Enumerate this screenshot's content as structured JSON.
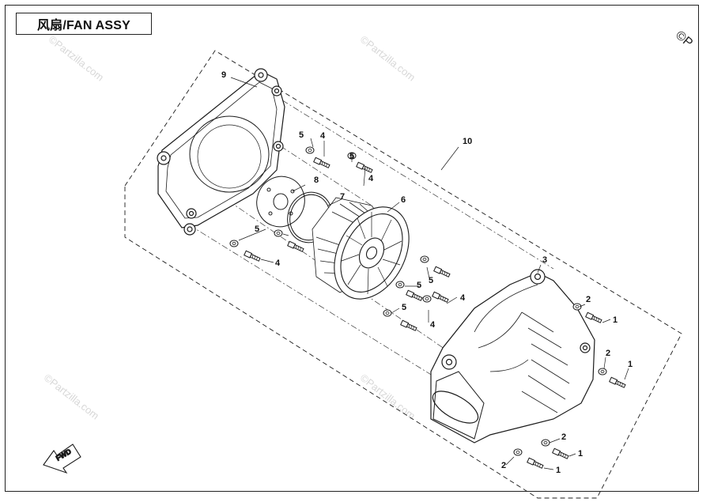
{
  "title": "风扇/FAN ASSY",
  "corner_mark": "©P",
  "watermark": "©Partzilla.com",
  "direction_label": "FWD",
  "callouts": {
    "c1": "1",
    "c2": "2",
    "c3": "3",
    "c4": "4",
    "c5": "5",
    "c6": "6",
    "c7": "7",
    "c8": "8",
    "c9": "9",
    "c10": "10"
  },
  "colors": {
    "line": "#1a1a1a",
    "background": "#ffffff",
    "watermark": "#d8d8d8"
  }
}
